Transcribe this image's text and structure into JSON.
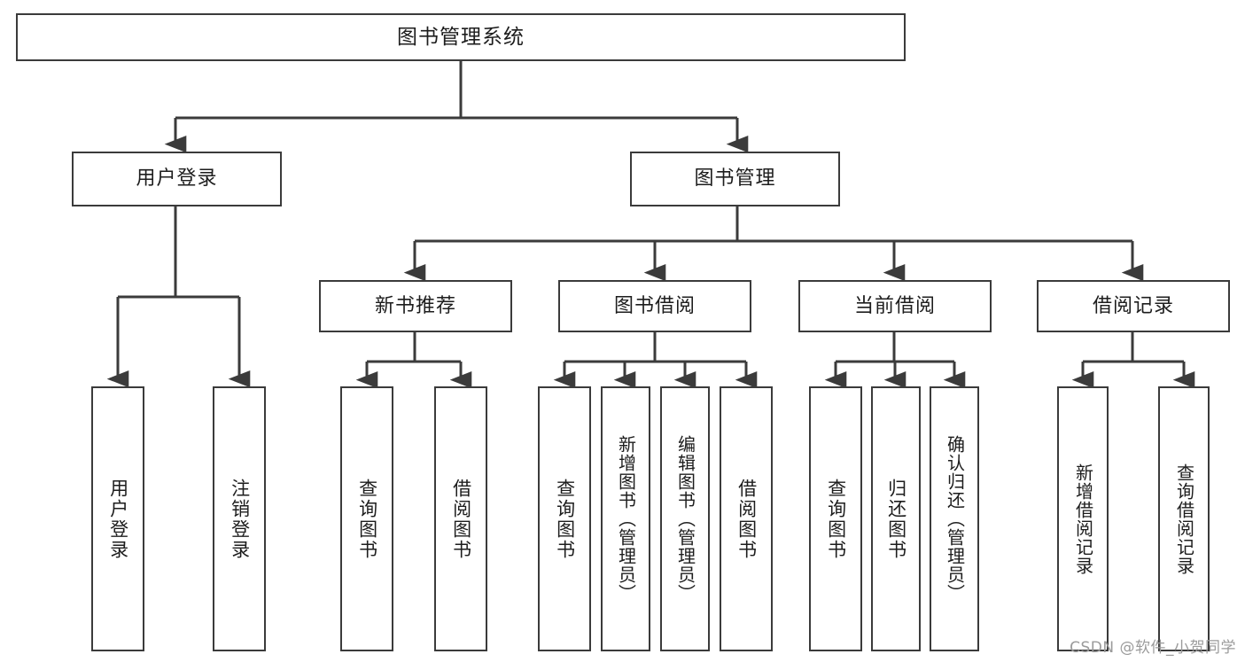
{
  "diagram": {
    "title": "图书管理系统",
    "type": "tree-hierarchy-diagram",
    "watermark": "CSDN @软件_小贺同学",
    "colors": {
      "stroke": "#3b3b3b",
      "fill": "#ffffff",
      "text": "#1d1d1d",
      "watermark": "#9b9b9b"
    },
    "root": {
      "label": "图书管理系统"
    },
    "level1": [
      {
        "label": "用户登录"
      },
      {
        "label": "图书管理"
      }
    ],
    "level2": [
      {
        "label": "新书推荐"
      },
      {
        "label": "图书借阅"
      },
      {
        "label": "当前借阅"
      },
      {
        "label": "借阅记录"
      }
    ],
    "leaves": {
      "user_login": [
        {
          "label": "用户登录"
        },
        {
          "label": "注销登录"
        }
      ],
      "new_book_recommend": [
        {
          "label": "查询图书"
        },
        {
          "label": "借阅图书"
        }
      ],
      "book_borrow": [
        {
          "label": "查询图书"
        },
        {
          "label": "新增图书（管理员）"
        },
        {
          "label": "编辑图书（管理员）"
        },
        {
          "label": "借阅图书"
        }
      ],
      "current_borrow": [
        {
          "label": "查询图书"
        },
        {
          "label": "归还图书"
        },
        {
          "label": "确认归还（管理员）"
        }
      ],
      "borrow_record": [
        {
          "label": "新增借阅记录"
        },
        {
          "label": "查询借阅记录"
        }
      ]
    }
  }
}
